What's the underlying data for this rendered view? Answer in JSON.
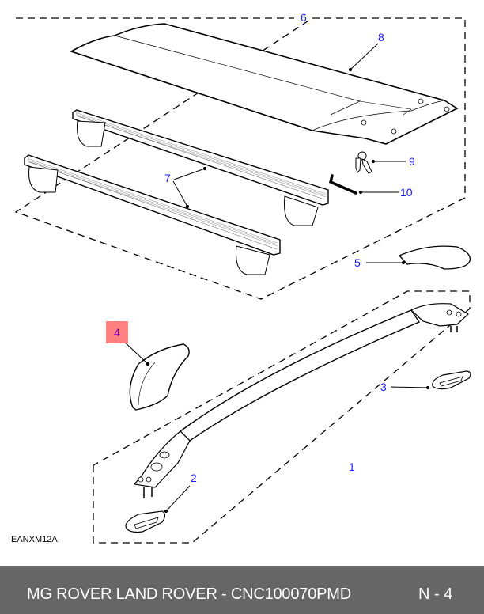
{
  "diagram": {
    "reference_code": "EANXM12A",
    "callouts": [
      {
        "id": "1",
        "label": "1",
        "part": "roof-rail-assembly"
      },
      {
        "id": "2",
        "label": "2",
        "part": "rail-front-gasket"
      },
      {
        "id": "3",
        "label": "3",
        "part": "rail-rear-gasket"
      },
      {
        "id": "4",
        "label": "4",
        "part": "rail-front-end-cover",
        "highlighted": true
      },
      {
        "id": "5",
        "label": "5",
        "part": "rail-rear-end-cover"
      },
      {
        "id": "6",
        "label": "6",
        "part": "cross-bar-kit"
      },
      {
        "id": "7",
        "label": "7",
        "part": "cross-bars"
      },
      {
        "id": "8",
        "label": "8",
        "part": "wind-deflector"
      },
      {
        "id": "9",
        "label": "9",
        "part": "keys"
      },
      {
        "id": "10",
        "label": "10",
        "part": "hex-key"
      }
    ],
    "highlight_color": "#ff8080",
    "callout_color": "#1a1aff"
  },
  "footer": {
    "title": "MG ROVER LAND ROVER - CNC100070PMD",
    "page": "N - 4",
    "background": "#666666"
  }
}
